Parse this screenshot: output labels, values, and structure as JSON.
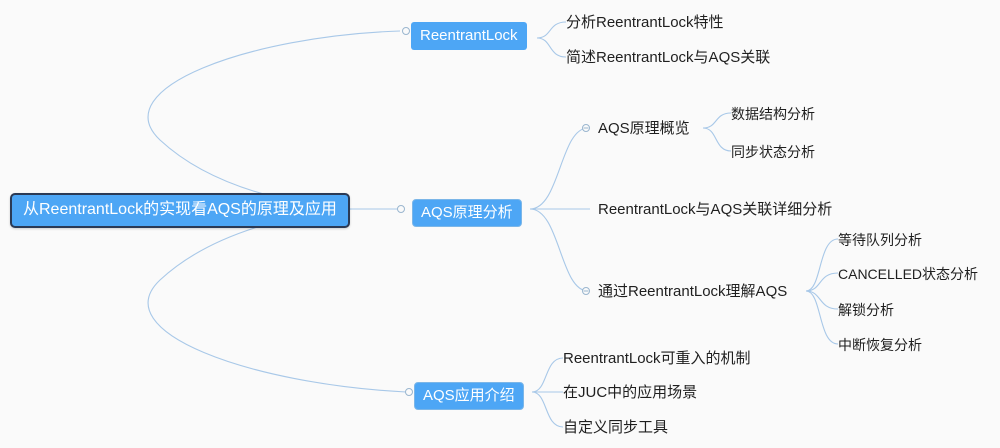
{
  "app": {
    "type": "mindmap",
    "background_color": "#fafafa",
    "node_color": "#4da6f5",
    "node_text_color": "#ffffff",
    "root_border_color": "#2b3a55",
    "link_color": "#a8c8e8",
    "text_color": "#1f1f1f"
  },
  "mindmap": {
    "root": {
      "label": "从ReentrantLock的实现看AQS的原理及应用"
    },
    "branches": [
      {
        "label": "ReentrantLock",
        "children": [
          {
            "label": "分析ReentrantLock特性"
          },
          {
            "label": "简述ReentrantLock与AQS关联"
          }
        ]
      },
      {
        "label": "AQS原理分析",
        "children": [
          {
            "label": "AQS原理概览",
            "children": [
              {
                "label": "数据结构分析"
              },
              {
                "label": "同步状态分析"
              }
            ]
          },
          {
            "label": "ReentrantLock与AQS关联详细分析",
            "children": []
          },
          {
            "label": "通过ReentrantLock理解AQS",
            "children": [
              {
                "label": "等待队列分析"
              },
              {
                "label": "CANCELLED状态分析"
              },
              {
                "label": "解锁分析"
              },
              {
                "label": "中断恢复分析"
              }
            ]
          }
        ]
      },
      {
        "label": "AQS应用介绍",
        "children": [
          {
            "label": "ReentrantLock可重入的机制"
          },
          {
            "label": "在JUC中的应用场景"
          },
          {
            "label": "自定义同步工具"
          }
        ]
      }
    ]
  }
}
